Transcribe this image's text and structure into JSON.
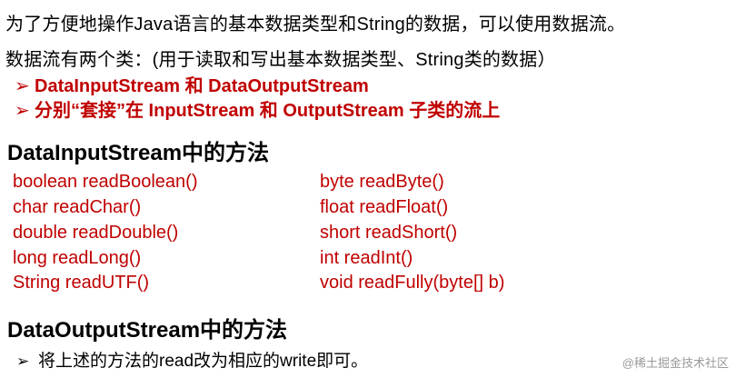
{
  "intro": {
    "line1": "为了方便地操作Java语言的基本数据类型和String的数据，可以使用数据流。",
    "line2": "数据流有两个类：(用于读取和写出基本数据类型、String类的数据）"
  },
  "bullets": [
    {
      "arrow": "➢",
      "text": "DataInputStream 和 DataOutputStream"
    },
    {
      "arrow": "➢",
      "text": "分别“套接”在 InputStream 和 OutputStream 子类的流上"
    }
  ],
  "section_in": {
    "title": "DataInputStream中的方法",
    "left_methods": [
      "boolean readBoolean()",
      "char readChar()",
      "double readDouble()",
      "long readLong()",
      "String readUTF()"
    ],
    "right_methods": [
      "byte readByte()",
      "float readFloat()",
      "short readShort()",
      "int readInt()",
      "void readFully(byte[] b)"
    ]
  },
  "section_out": {
    "title": "DataOutputStream中的方法",
    "note_arrow": "➢",
    "note": "将上述的方法的read改为相应的write即可。"
  },
  "watermark": "@稀土掘金技术社区",
  "colors": {
    "accent": "#c00000",
    "text": "#000000",
    "background": "#ffffff"
  }
}
